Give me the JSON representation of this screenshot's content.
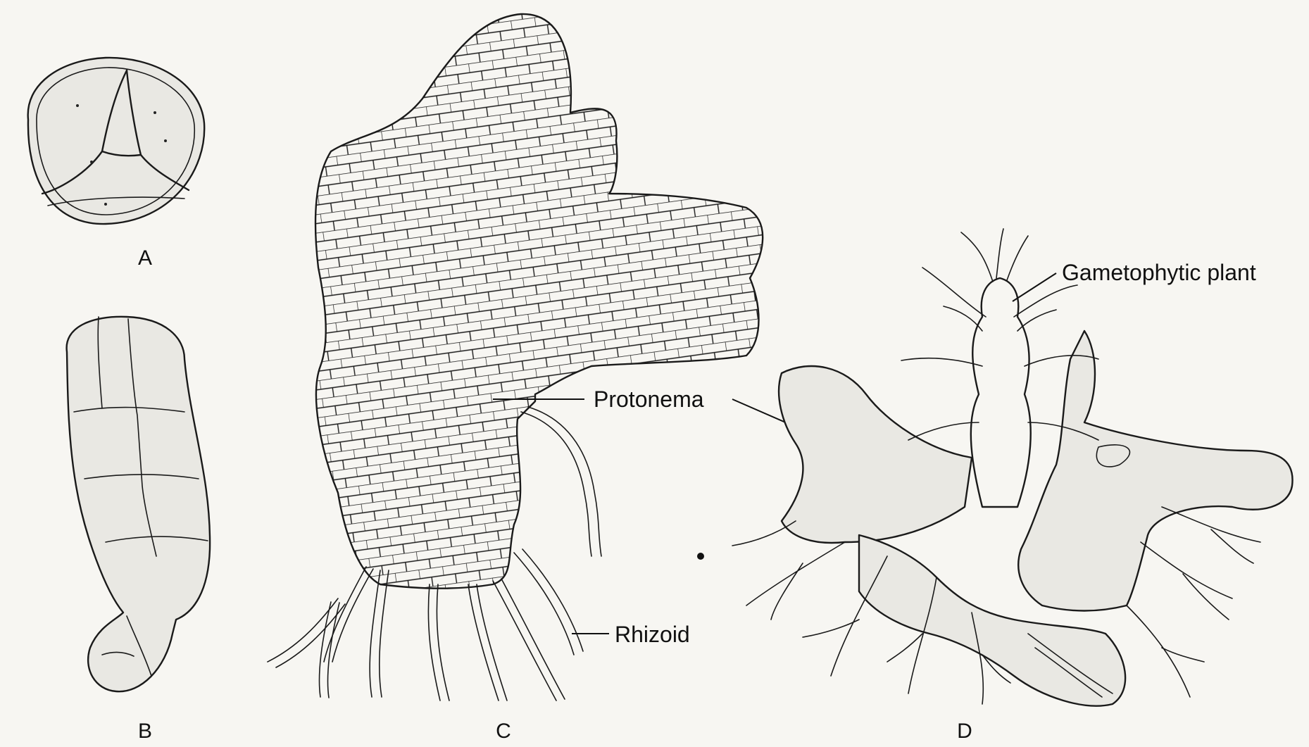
{
  "panels": {
    "a": {
      "letter": "A"
    },
    "b": {
      "letter": "B"
    },
    "c": {
      "letter": "C"
    },
    "d": {
      "letter": "D"
    }
  },
  "labels": {
    "gametophytic_plant": "Gametophytic plant",
    "protonema": "Protonema",
    "rhizoid": "Rhizoid"
  },
  "colors": {
    "ink": "#1a1a1a",
    "paper": "#f7f6f2"
  }
}
